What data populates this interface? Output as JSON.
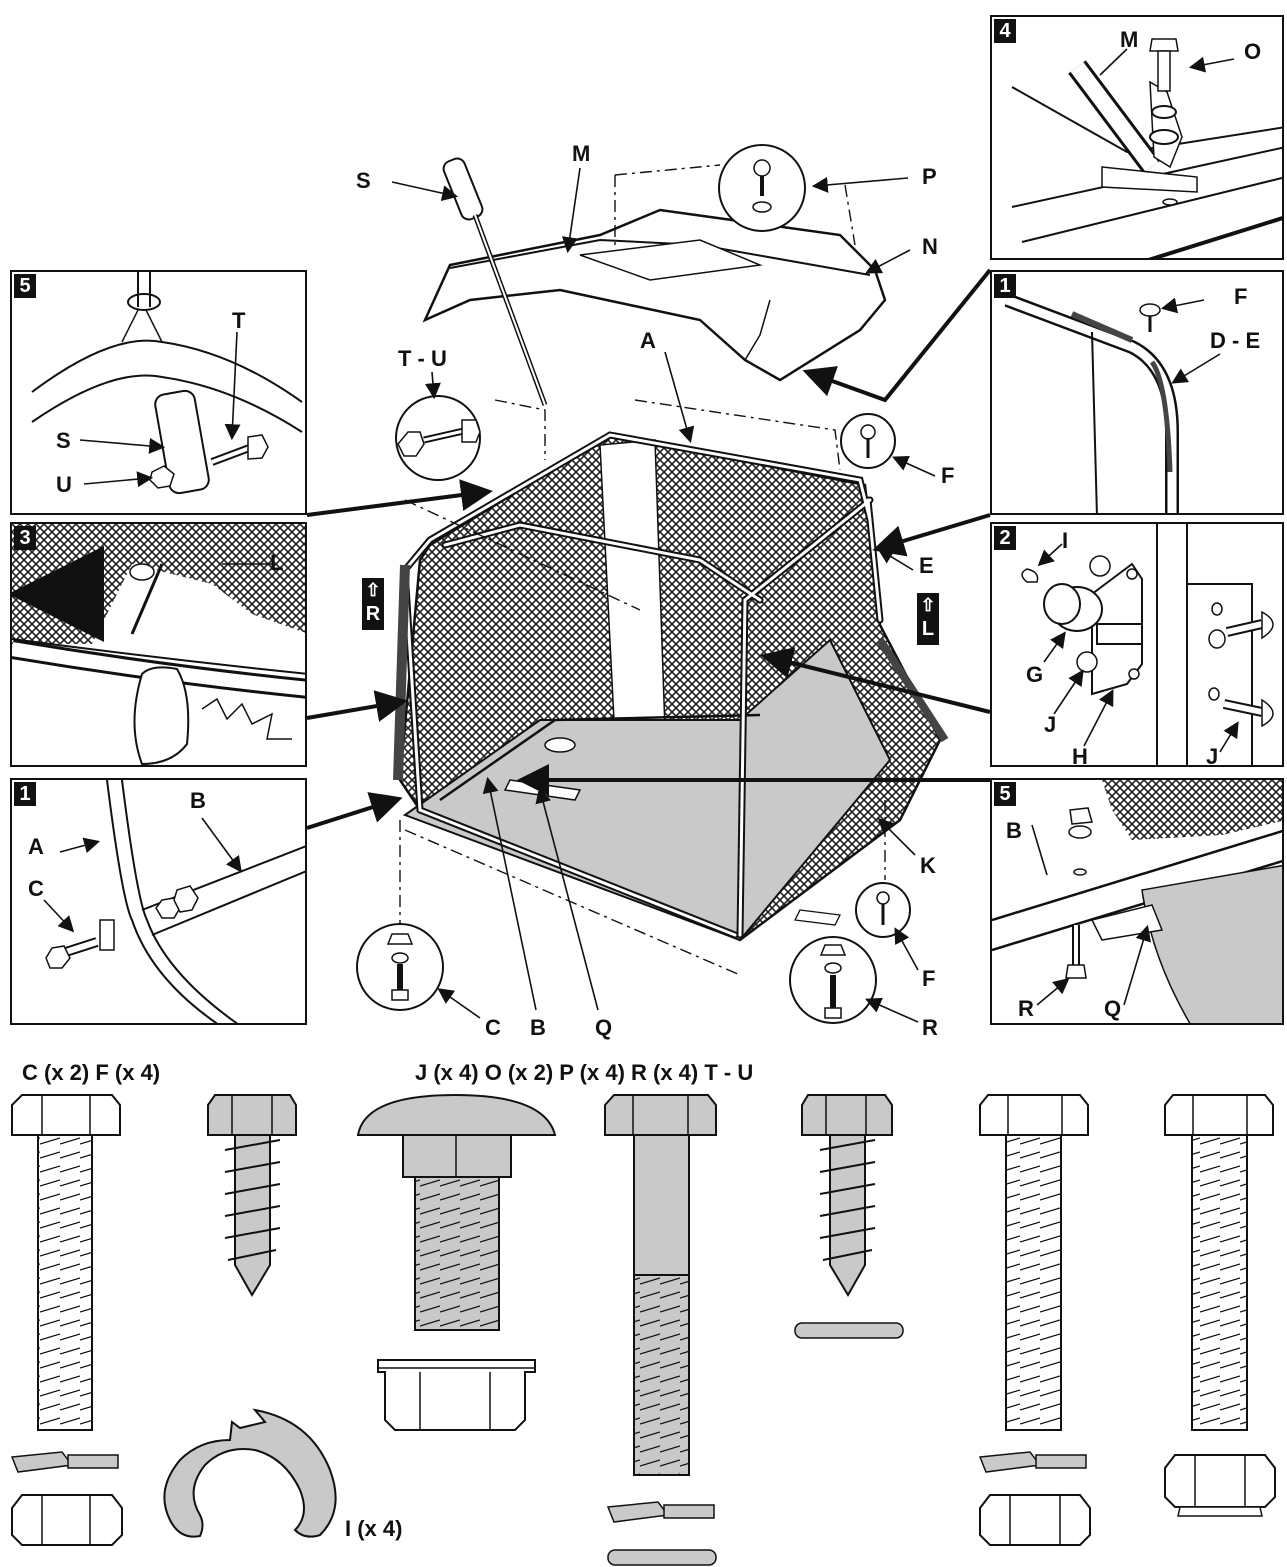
{
  "main_labels": {
    "S": "S",
    "M": "M",
    "P": "P",
    "N": "N",
    "A": "A",
    "TU": "T - U",
    "F_top": "F",
    "E": "E",
    "K": "K",
    "F_bottom": "F",
    "C": "C",
    "B": "B",
    "Q": "Q",
    "R": "R"
  },
  "side_tags": {
    "left": "R",
    "right": "L"
  },
  "panels": {
    "p5_top": {
      "step": "5",
      "labels": {
        "T": "T",
        "S": "S",
        "U": "U"
      }
    },
    "p3": {
      "step": "3",
      "labels": {
        "L": "L"
      }
    },
    "p1_left": {
      "step": "1",
      "labels": {
        "A": "A",
        "B": "B",
        "C": "C"
      }
    },
    "p4": {
      "step": "4",
      "labels": {
        "M": "M",
        "O": "O"
      }
    },
    "p1_right": {
      "step": "1",
      "labels": {
        "F": "F",
        "DE": "D - E"
      }
    },
    "p2": {
      "step": "2",
      "labels": {
        "I": "I",
        "G": "G",
        "J1": "J",
        "H": "H",
        "J2": "J"
      }
    },
    "p5_bottom": {
      "step": "5",
      "labels": {
        "B": "B",
        "R": "R",
        "Q": "Q"
      }
    }
  },
  "hardware": {
    "row_labels": {
      "cf": "C (x 2) F (x 4)",
      "jopru": "J (x 4) O (x 2) P (x 4) R (x 4) T - U",
      "i": "I (x 4)"
    }
  },
  "colors": {
    "ink": "#111111",
    "shade": "#c9c9c9",
    "mesh_bg": "#ffffff"
  }
}
